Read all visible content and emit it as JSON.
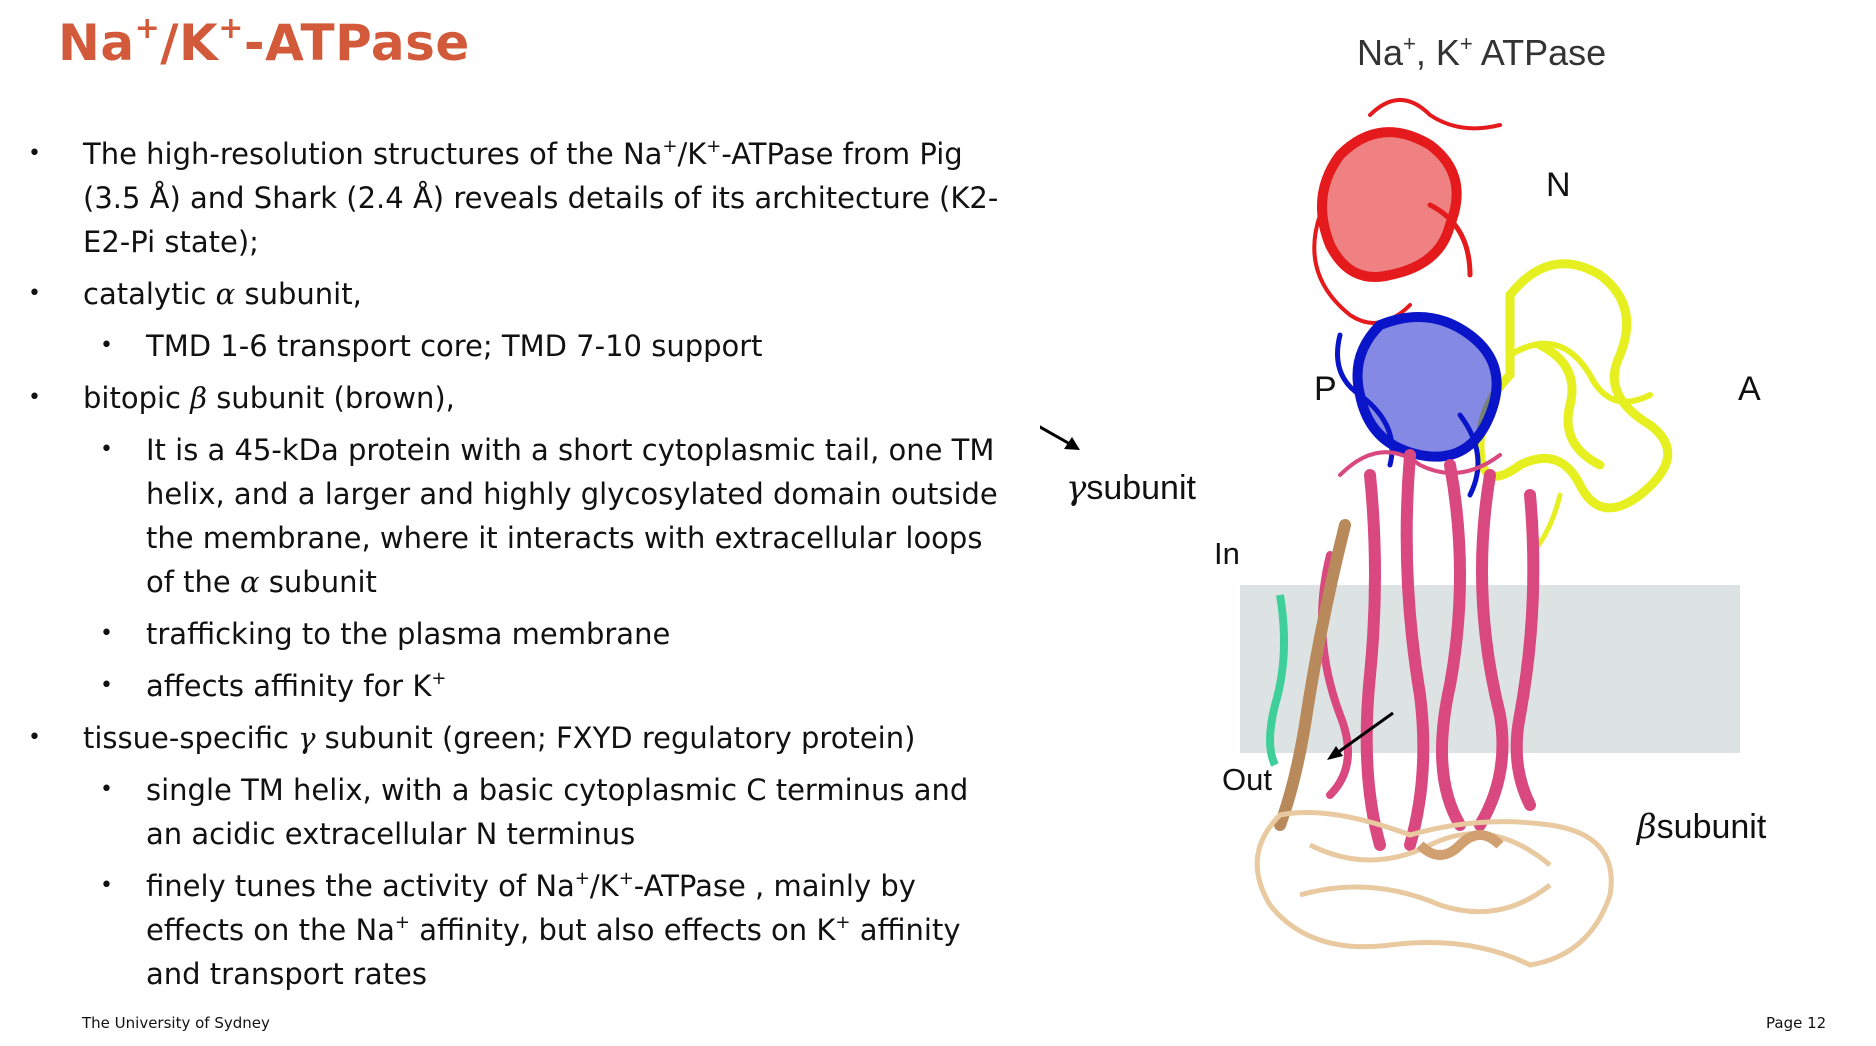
{
  "slide": {
    "title_pre": "Na",
    "title_sup1": "+",
    "title_mid": "/K",
    "title_sup2": "+",
    "title_post": "-ATPase",
    "bullets": {
      "b1_a": "The high-resolution structures of the Na",
      "b1_sup1": "+",
      "b1_b": "/K",
      "b1_sup2": "+",
      "b1_c": "-ATPase from Pig (3.5 Å) and Shark (2.4 Å) reveals details of its architecture (K2-E2-Pi state);",
      "b2_a": "catalytic ",
      "b2_greek": "α",
      "b2_b": " subunit,",
      "b2_1": "TMD 1-6 transport core; TMD 7-10 support",
      "b3_a": "bitopic ",
      "b3_greek": "β",
      "b3_b": " subunit (brown),",
      "b3_1_a": "It is a 45-kDa protein with a short cytoplasmic tail, one TM helix, and a larger and highly glycosylated domain outside the membrane, where it interacts with extracellular loops of the ",
      "b3_1_greek": "α",
      "b3_1_b": " subunit",
      "b3_2": "trafficking to the plasma membrane",
      "b3_3_a": "affects affinity for K",
      "b3_3_sup": "+",
      "b4_a": "tissue-specific ",
      "b4_greek": "γ",
      "b4_b": " subunit (green; FXYD regulatory protein)",
      "b4_1": "single TM helix, with a basic cytoplasmic C terminus and an acidic extracellular N terminus",
      "b4_2_a": "finely tunes the activity of Na",
      "b4_2_sup1": "+",
      "b4_2_b": "/K",
      "b4_2_sup2": "+",
      "b4_2_c": "-ATPase , mainly by effects on the Na",
      "b4_2_sup3": "+",
      "b4_2_d": " affinity, but also effects on K",
      "b4_2_sup4": "+",
      "b4_2_e": " affinity and transport rates"
    }
  },
  "figure": {
    "title_a": "Na",
    "title_sup1": "+",
    "title_b": ", K",
    "title_sup2": "+",
    "title_c": " ATPase",
    "label_N": "N",
    "label_P": "P",
    "label_A": "A",
    "label_in": "In",
    "label_out": "Out",
    "gamma_greek": "γ",
    "gamma_text": "subunit",
    "beta_greek": "β",
    "beta_text": "subunit",
    "colors": {
      "n_domain": "#e41a1c",
      "p_domain": "#0a14c8",
      "a_domain": "#e6f020",
      "alpha_tm": "#d9487e",
      "gamma": "#3ecf9a",
      "beta_tm": "#b8895a",
      "beta_ecd": "#e8c9a0",
      "membrane": "#dde3e3"
    }
  },
  "footer": {
    "left": "The University of Sydney",
    "right": "Page 12"
  }
}
